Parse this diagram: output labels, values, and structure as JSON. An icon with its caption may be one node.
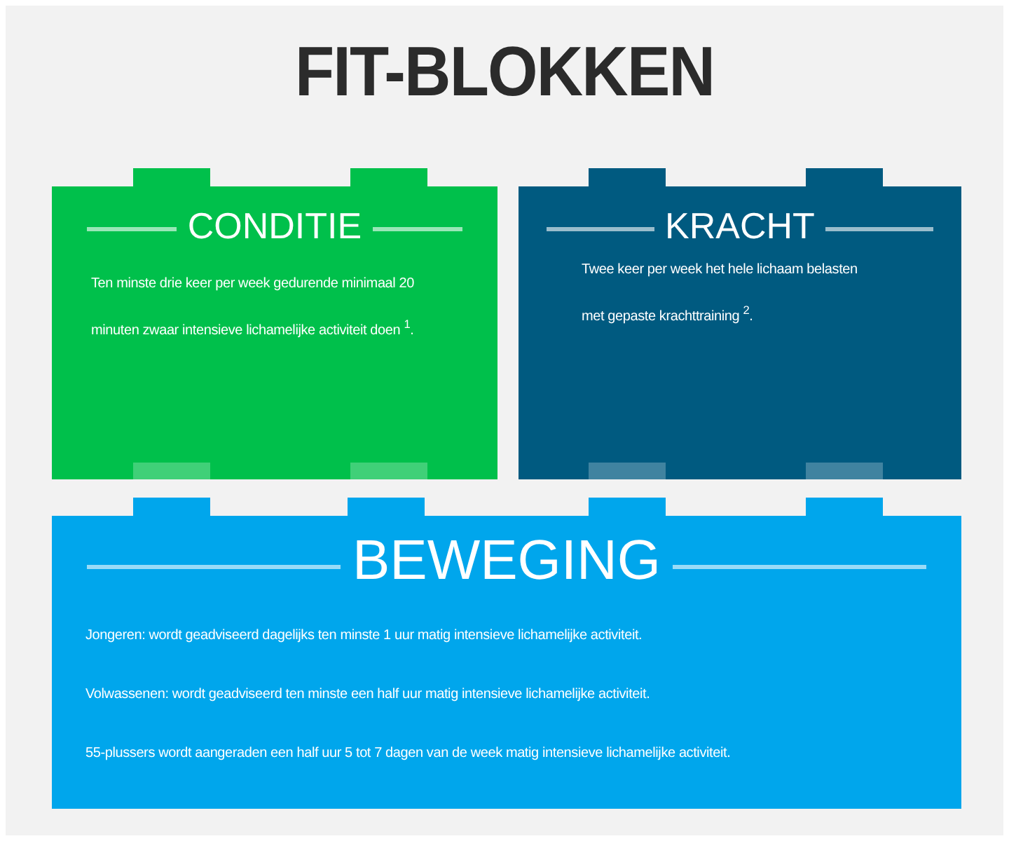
{
  "diagram": {
    "title": "FIT-BLOKKEN",
    "nodes": [
      {
        "text": [
          "CONDITIE",
          "Ten minste drie keer per week gedurende minimaal 20 minuten zwaar intensieve lichamelijke activiteit doen $^{1}$."
        ]
      },
      {
        "text": [
          "KRACHT",
          "Twee keer per week het hele lichaam belasten met gepaste krachttraining $^{2}$."
        ]
      },
      {
        "text": [
          "BEWEGING",
          "Jongeren: wordt geadviseerd dagelijks ten minste 1 uur matig intensieve lichamelijke activiteit.",
          "Volwassenen: wordt geadviseerd ten minste een half uur matig intensieve lichamelijke activiteit.",
          "55-plussers wordt aangeraden een half uur 5 tot 7 dagen van de week matig intensieve lichamelijke activiteit."
        ]
      }
    ]
  }
}
